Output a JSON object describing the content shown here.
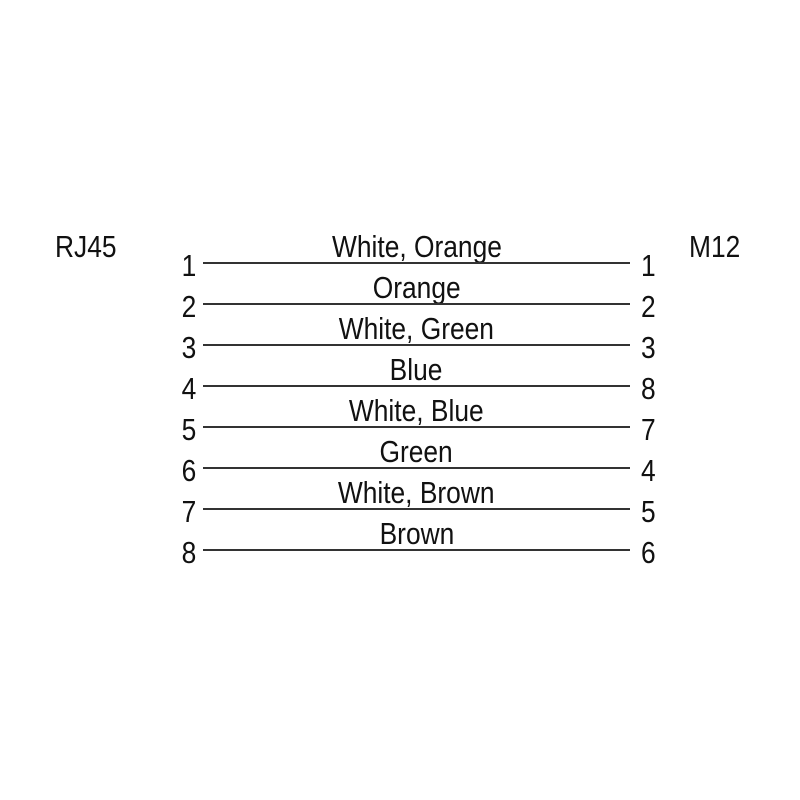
{
  "diagram": {
    "left_connector": "RJ45",
    "right_connector": "M12",
    "rows": [
      {
        "left_pin": "1",
        "wire": "White, Orange",
        "right_pin": "1"
      },
      {
        "left_pin": "2",
        "wire": "Orange",
        "right_pin": "2"
      },
      {
        "left_pin": "3",
        "wire": "White, Green",
        "right_pin": "3"
      },
      {
        "left_pin": "4",
        "wire": "Blue",
        "right_pin": "8"
      },
      {
        "left_pin": "5",
        "wire": "White, Blue",
        "right_pin": "7"
      },
      {
        "left_pin": "6",
        "wire": "Green",
        "right_pin": "4"
      },
      {
        "left_pin": "7",
        "wire": "White, Brown",
        "right_pin": "5"
      },
      {
        "left_pin": "8",
        "wire": "Brown",
        "right_pin": "6"
      }
    ],
    "colors": {
      "background": "#ffffff",
      "text": "#111111",
      "line": "#333333"
    }
  }
}
